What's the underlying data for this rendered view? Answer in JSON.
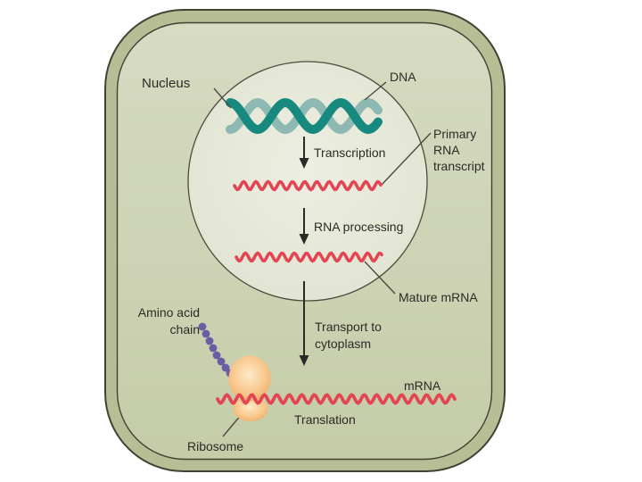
{
  "figure": {
    "description_visible_text_only": true,
    "labels": {
      "nucleus": "Nucleus",
      "dna": "DNA",
      "transcription": "Transcription",
      "primary_rna_transcript": "Primary\nRNA\ntranscript",
      "rna_processing": "RNA processing",
      "mature_mrna": "Mature mRNA",
      "transport_to_cytoplasm": "Transport to\ncytoplasm",
      "mrna": "mRNA",
      "translation": "Translation",
      "ribosome": "Ribosome",
      "amino_acid_chain": "Amino acid\nchain"
    }
  },
  "colors": {
    "page_bg": "#ffffff",
    "wall": "#b7bd95",
    "outline": "#3f4333",
    "outline_thin": "#4a4d3c",
    "cyto_top": "#d6dbc2",
    "cyto_bottom": "#c5cca8",
    "nuc_center": "#edeee2",
    "nuc_edge": "#e0e3d0",
    "helix_dark": "#17897f",
    "helix_light": "#8db9b2",
    "rna_red": "#e34653",
    "ink": "#2b2b26",
    "leader": "#4b4b40",
    "bead": "#6a5ba5",
    "ribo_center": "#fdeac6",
    "ribo_mid": "#f8c88e",
    "ribo_edge": "#f0a257"
  },
  "icons": {
    "dna_helix": "dna-helix-icon",
    "rna_wave": "rna-wavy-line-icon",
    "down_arrow": "down-arrow-icon",
    "ribosome_shape": "ribosome-icon",
    "amino_bead_chain": "amino-acid-beads-icon"
  }
}
